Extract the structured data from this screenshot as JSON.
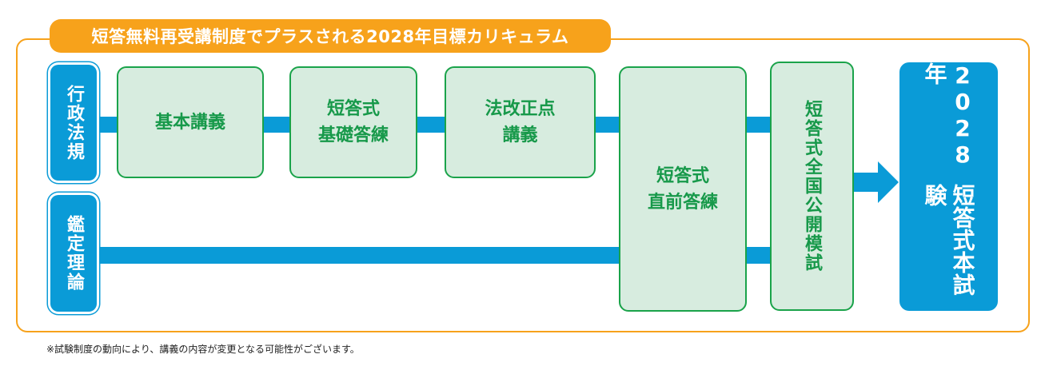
{
  "title": "短答無料再受講制度でプラスされる2028年目標カリキュラム",
  "tracks": [
    "行政法規",
    "鑑定理論"
  ],
  "courses": {
    "kihon": "基本講義",
    "kiso": "短答式\n基礎答練",
    "kaisei": "法改正点\n講義",
    "chokuzen": "短答式\n直前答練",
    "moshi": "短答式全国公開模試"
  },
  "final": {
    "line1": "2028年",
    "line2": "短答式本試験"
  },
  "note": "※試験制度の動向により、講義の内容が変更となる可能性がございます。",
  "colors": {
    "orange": "#f7a21b",
    "blue": "#0a9bd7",
    "green": "#1aa34a",
    "green_fill": "#d7ecdf"
  }
}
